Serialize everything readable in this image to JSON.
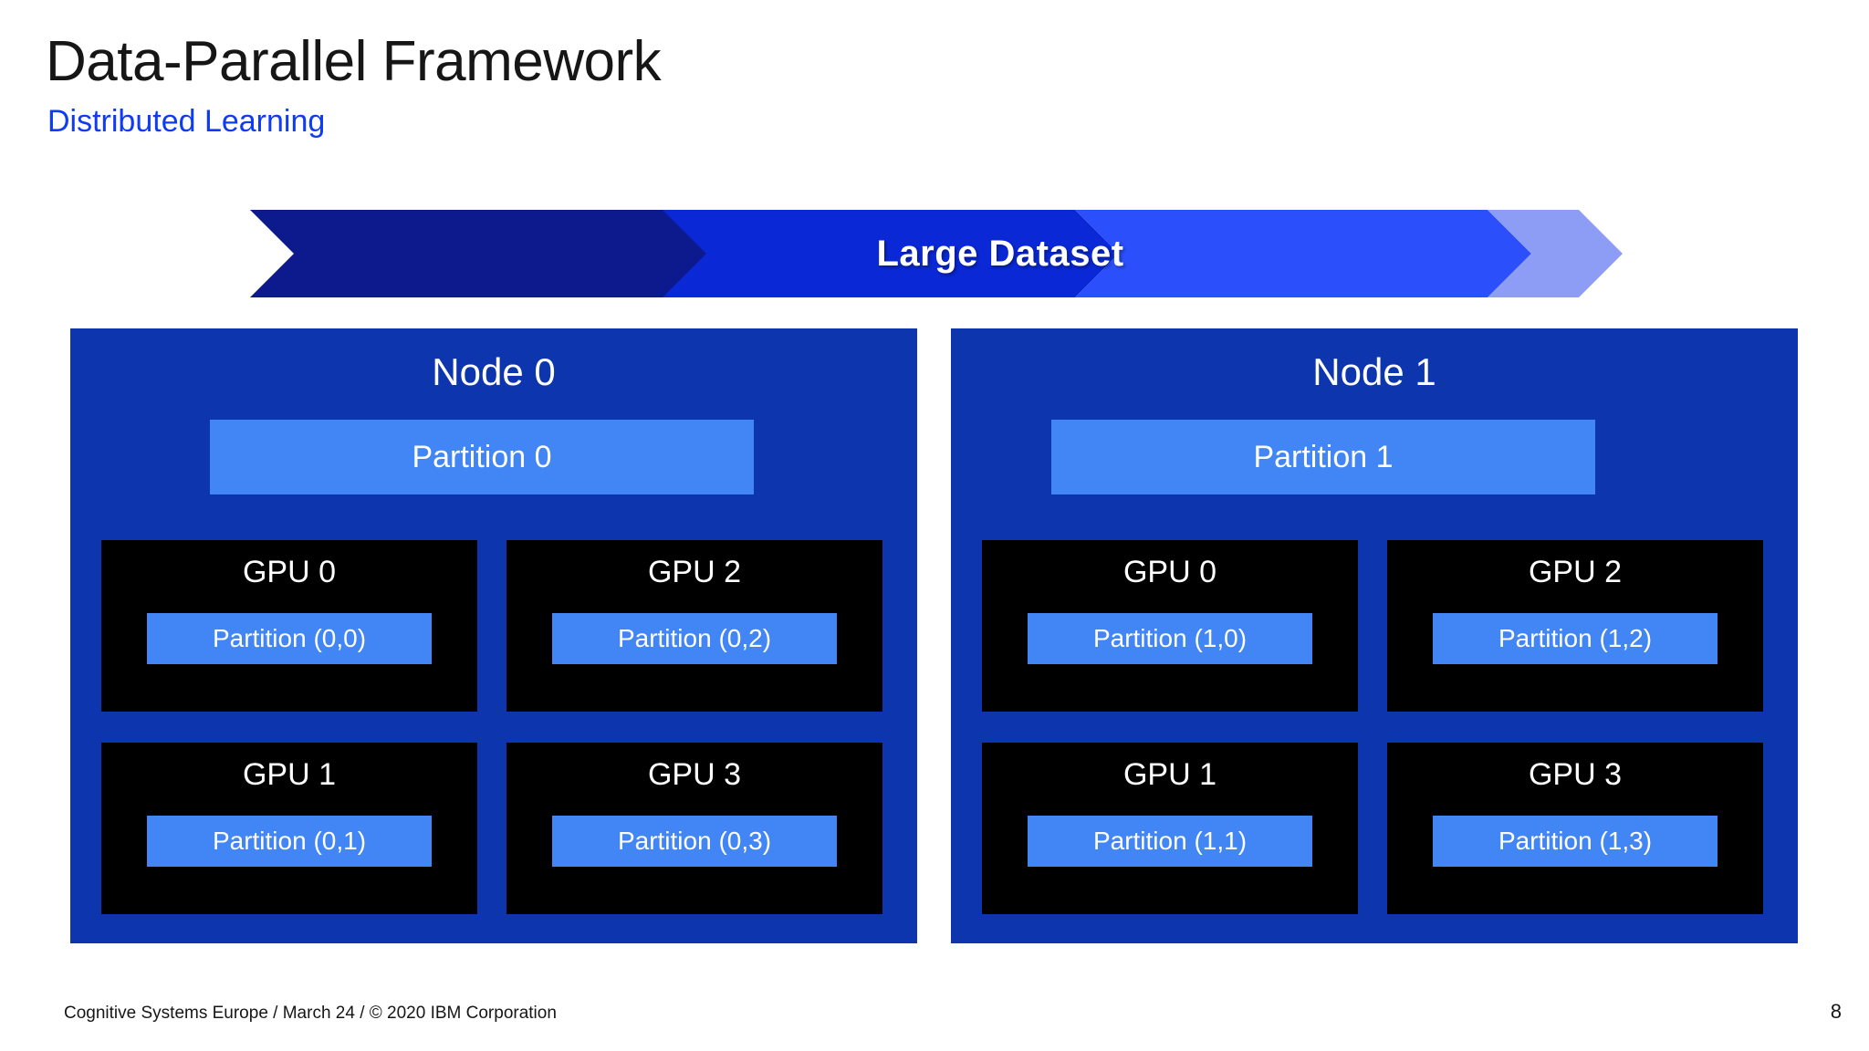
{
  "slide": {
    "title": "Data-Parallel Framework",
    "subtitle": "Distributed Learning",
    "page_number": "8",
    "footer": "Cognitive Systems Europe / March 24 / © 2020 IBM Corporation"
  },
  "banner": {
    "label": "Large Dataset",
    "segments": [
      {
        "name": "segment-1",
        "color": "#0d1a8e"
      },
      {
        "name": "segment-2",
        "color": "#0a28d6"
      },
      {
        "name": "segment-3",
        "color": "#2b50fb"
      },
      {
        "name": "segment-4",
        "color": "#8d9cf4"
      }
    ]
  },
  "colors": {
    "title_text": "#161616",
    "subtitle_text": "#0f3bf5",
    "node_panel": "#0c35ae",
    "partition_box": "#4285f4",
    "gpu_box": "#000000",
    "text_on_blue": "#ffffff"
  },
  "nodes": [
    {
      "title": "Node 0",
      "partition": "Partition 0",
      "gpus": [
        {
          "title": "GPU 0",
          "partition": "Partition (0,0)"
        },
        {
          "title": "GPU 2",
          "partition": "Partition (0,2)"
        },
        {
          "title": "GPU 1",
          "partition": "Partition (0,1)"
        },
        {
          "title": "GPU 3",
          "partition": "Partition (0,3)"
        }
      ]
    },
    {
      "title": "Node 1",
      "partition": "Partition 1",
      "gpus": [
        {
          "title": "GPU 0",
          "partition": "Partition (1,0)"
        },
        {
          "title": "GPU 2",
          "partition": "Partition (1,2)"
        },
        {
          "title": "GPU 1",
          "partition": "Partition (1,1)"
        },
        {
          "title": "GPU 3",
          "partition": "Partition (1,3)"
        }
      ]
    }
  ]
}
